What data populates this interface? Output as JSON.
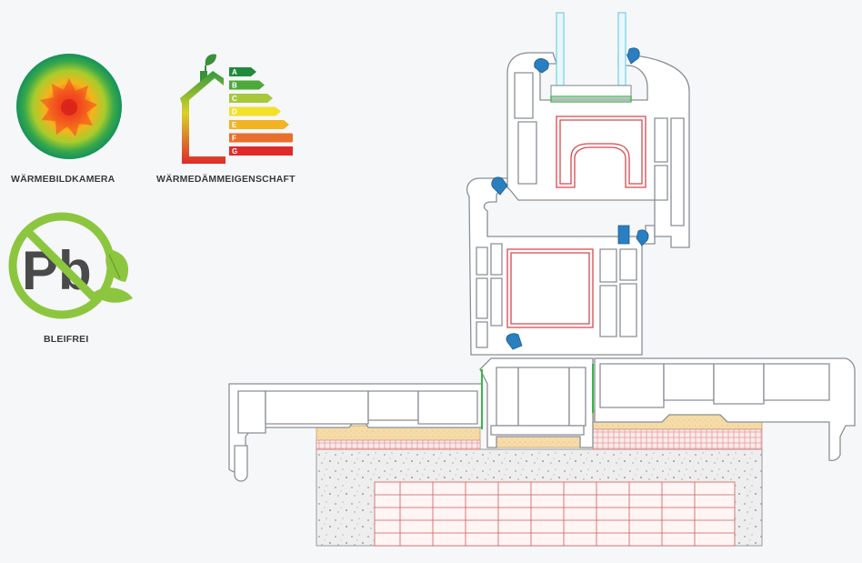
{
  "badges": {
    "thermal": {
      "caption": "WÄRMEBILDKAMERA",
      "icon": "thermal-camera-icon"
    },
    "energy": {
      "caption": "WÄRMEDÄMMEIGENSCHAFT",
      "icon": "energy-house-icon",
      "classes": [
        {
          "letter": "A",
          "color": "#1f8a3b"
        },
        {
          "letter": "B",
          "color": "#4caa3a"
        },
        {
          "letter": "C",
          "color": "#a7c83a"
        },
        {
          "letter": "D",
          "color": "#f1e12b"
        },
        {
          "letter": "E",
          "color": "#f2b324"
        },
        {
          "letter": "F",
          "color": "#e8702a"
        },
        {
          "letter": "G",
          "color": "#e02a2a"
        }
      ]
    },
    "leadfree": {
      "caption": "BLEIFREI",
      "symbol": "Pb",
      "icon": "lead-free-icon",
      "ring_color": "#8cc63f",
      "symbol_color": "#4a4a4a"
    }
  },
  "colors": {
    "profile_stroke": "#8a8f96",
    "reinforcement": "#d7474d",
    "gasket": "#2a7fc1",
    "glass": "#7fd2e6",
    "seal_green": "#3cb44b",
    "foam": "#f5dca8",
    "masonry": "#d25a5a"
  }
}
